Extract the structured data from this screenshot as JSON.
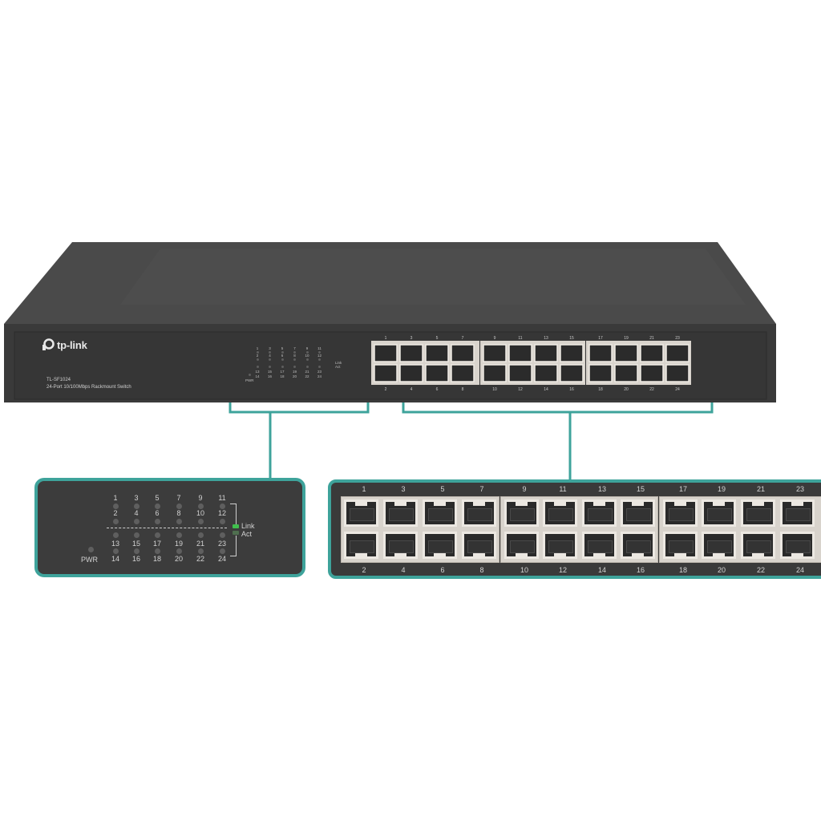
{
  "device": {
    "brand": "tp-link",
    "model": "TL-SF1024",
    "description": "24-Port 10/100Mbps Rackmount Switch",
    "pwr_label": "PWR",
    "link_label": "Link",
    "act_label": "Act",
    "led_top_numbers": [
      "1",
      "3",
      "5",
      "7",
      "9",
      "11"
    ],
    "led_mid_numbers": [
      "2",
      "4",
      "6",
      "8",
      "10",
      "12"
    ],
    "led_row3_numbers": [
      "13",
      "15",
      "17",
      "19",
      "21",
      "23"
    ],
    "led_row4_numbers": [
      "14",
      "16",
      "18",
      "20",
      "22",
      "24"
    ],
    "port_top_numbers": [
      "1",
      "3",
      "5",
      "7",
      "9",
      "11",
      "13",
      "15",
      "17",
      "19",
      "21",
      "23"
    ],
    "port_bottom_numbers": [
      "2",
      "4",
      "6",
      "8",
      "10",
      "12",
      "14",
      "16",
      "18",
      "20",
      "22",
      "24"
    ]
  },
  "colors": {
    "callout_border": "#3ea39b",
    "link_led": "#3fbf4c",
    "chassis": "#3a3a3a",
    "background": "#ffffff"
  }
}
